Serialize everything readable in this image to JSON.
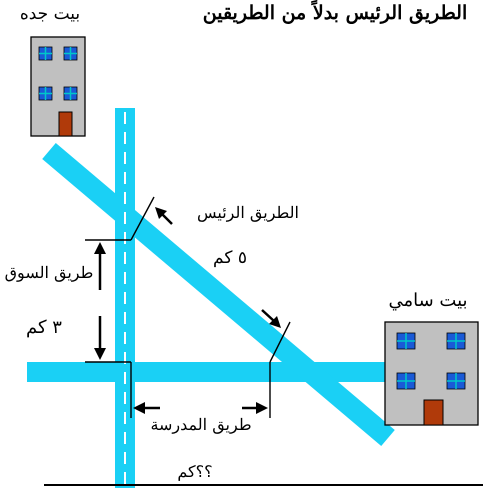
{
  "title": "الطريق الرئيس بدلاً من الطريقين",
  "houses": {
    "grandma": "بيت جده",
    "sami": "بيت سامي"
  },
  "roads": {
    "main": "الطريق الرئيس",
    "market": "طريق السوق",
    "school": "طريق المدرسة"
  },
  "distances": {
    "main": "٥ كم",
    "market": "٣ كم",
    "school": "؟؟كم"
  },
  "colors": {
    "road": "#1ad0f5",
    "building": "#c0c0c0",
    "window": "#1a5ad6",
    "window_light": "#00c8c8",
    "door": "#b03a0a"
  }
}
